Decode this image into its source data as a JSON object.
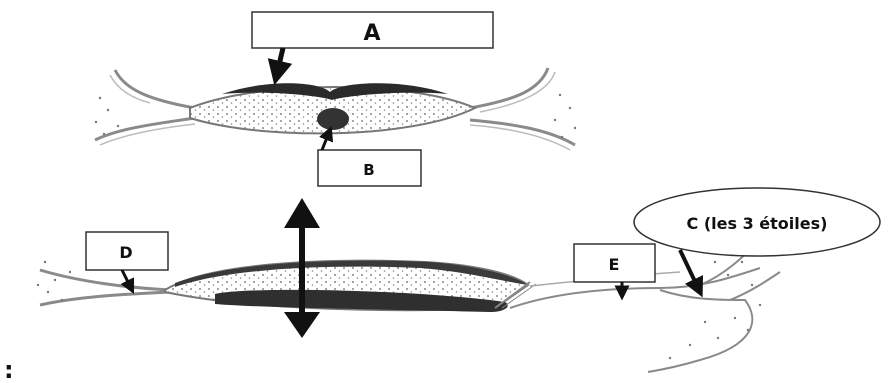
{
  "labels": {
    "a": "A",
    "b": "B",
    "c": "C (les 3 étoiles)",
    "d": "D",
    "e": "E"
  },
  "footer_mark": ":"
}
